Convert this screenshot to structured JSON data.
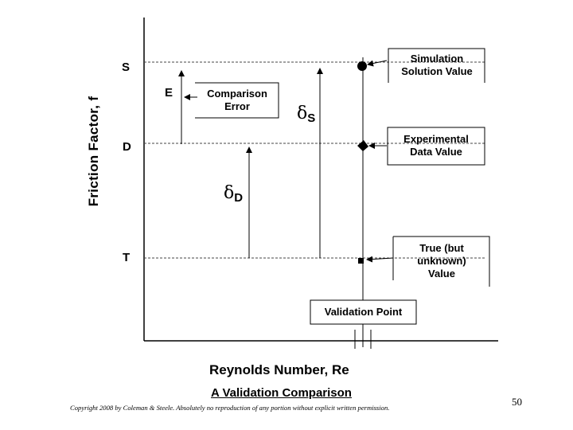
{
  "diagram": {
    "y_axis_label": "Friction Factor, f",
    "x_axis_label": "Reynolds Number, Re",
    "levels": {
      "s": "S",
      "e": "E",
      "d": "D",
      "t": "T"
    },
    "comparison_error": [
      "Comparison",
      "Error"
    ],
    "simulation_solution_value": [
      "Simulation",
      "Solution  Value"
    ],
    "experimental_data_value": [
      "Experimental",
      "Data Value"
    ],
    "true_value": [
      "True (but",
      "unknown)",
      "Value"
    ],
    "validation_point": "Validation Point",
    "delta_s": {
      "symbol": "δ",
      "sub": "S"
    },
    "delta_d": {
      "symbol": "δ",
      "sub": "D"
    }
  },
  "slide": {
    "title": "A Validation Comparison",
    "copyright": "Copyright 2008 by Coleman & Steele.  Absolutely no reproduction of any portion without explicit written permission.",
    "page_number": "50"
  }
}
